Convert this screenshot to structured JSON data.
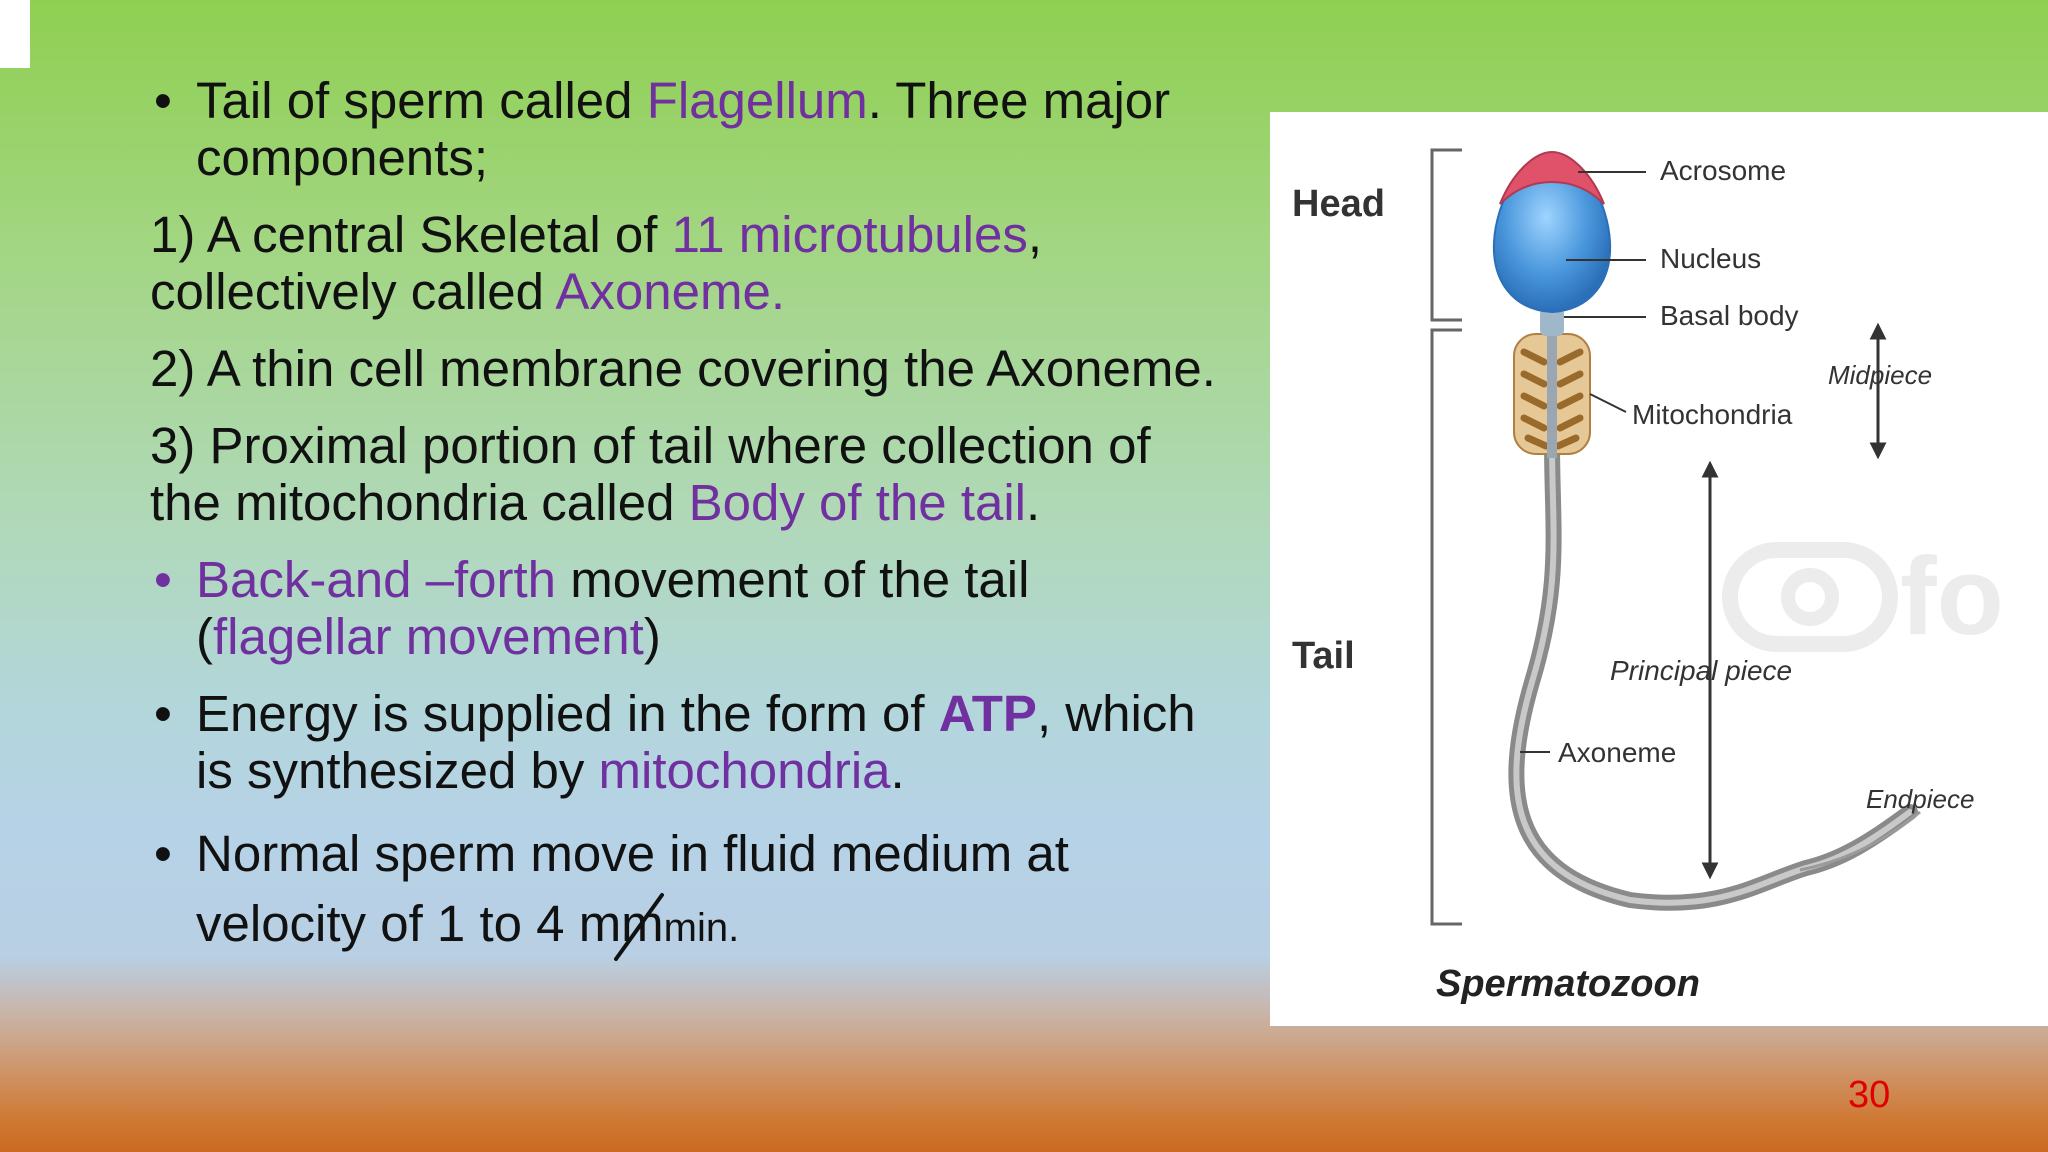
{
  "slide": {
    "bullet1": {
      "a": "Tail of sperm called ",
      "b": "Flagellum",
      "c": ". Three major components;"
    },
    "item1": {
      "a": "1) A central Skeletal of ",
      "b": "11 microtubules",
      "c": ", collectively called ",
      "d": "Axoneme."
    },
    "item2": "2) A thin cell membrane covering the Axoneme.",
    "item3": {
      "a": "3) Proximal portion of tail where collection of the mitochondria called ",
      "b": "Body of the tail",
      "c": "."
    },
    "bullet2": {
      "a": "Back-and –forth",
      "b": " movement of the tail (",
      "c": "flagellar movement",
      "d": ")"
    },
    "bullet3": {
      "a": "Energy is supplied in the form of ",
      "b": "ATP",
      "c": ", which is synthesized by ",
      "d": "mitochondria",
      "e": "."
    },
    "bullet4": {
      "a": "Normal sperm move in fluid medium at velocity of 1 to 4 ",
      "b": "mm",
      "c": "min."
    },
    "bullet_symbol": "•",
    "page_number": "30"
  },
  "figure": {
    "head_label": "Head",
    "tail_label": "Tail",
    "acrosome": "Acrosome",
    "nucleus": "Nucleus",
    "basal_body": "Basal body",
    "mitochondria": "Mitochondria",
    "midpiece": "Midpiece",
    "principal_piece": "Principal piece",
    "axoneme": "Axoneme",
    "endpiece": "Endpiece",
    "caption": "Spermatozoon",
    "watermark": "fo"
  },
  "colors": {
    "highlight": "#7030a0",
    "page_number": "#e00000",
    "acrosome": "#e0526a",
    "nucleus": "#4a97dc",
    "mitochondria": "#c8964a"
  }
}
